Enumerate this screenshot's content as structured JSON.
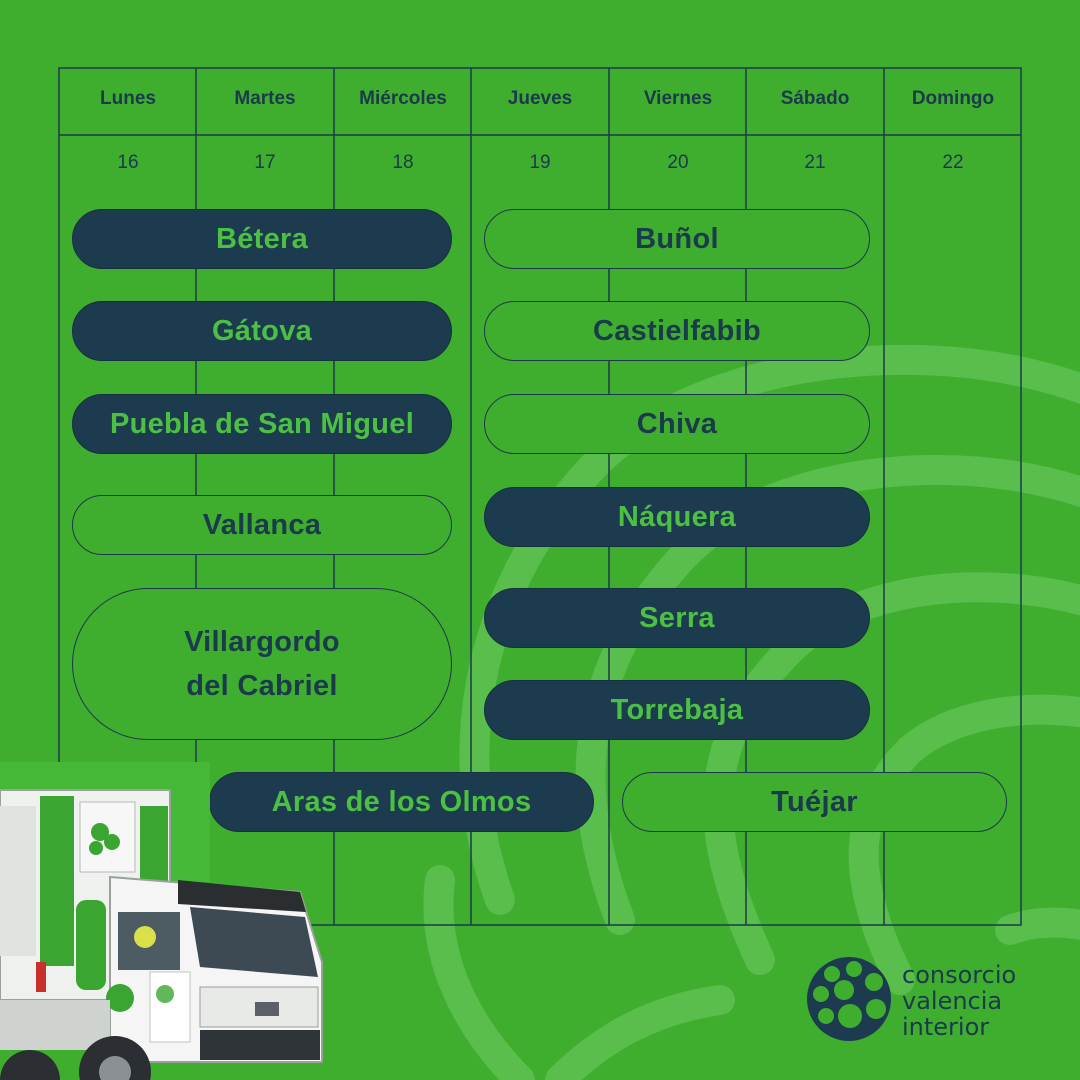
{
  "days": [
    {
      "name": "Lunes",
      "number": "16"
    },
    {
      "name": "Martes",
      "number": "17"
    },
    {
      "name": "Miércoles",
      "number": "18"
    },
    {
      "name": "Jueves",
      "number": "19"
    },
    {
      "name": "Viernes",
      "number": "20"
    },
    {
      "name": "Sábado",
      "number": "21"
    },
    {
      "name": "Domingo",
      "number": "22"
    }
  ],
  "schedule": [
    {
      "label": "Bétera",
      "style": "dark"
    },
    {
      "label": "Gátova",
      "style": "dark"
    },
    {
      "label": "Puebla de San Miguel",
      "style": "dark"
    },
    {
      "label": "Vallanca",
      "style": "light"
    },
    {
      "label": "Villargordo\ndel Cabriel",
      "style": "light"
    },
    {
      "label": "Buñol",
      "style": "light"
    },
    {
      "label": "Castielfabib",
      "style": "light"
    },
    {
      "label": "Chiva",
      "style": "light"
    },
    {
      "label": "Náquera",
      "style": "dark"
    },
    {
      "label": "Serra",
      "style": "dark"
    },
    {
      "label": "Torrebaja",
      "style": "dark"
    },
    {
      "label": "Aras de los Olmos",
      "style": "dark"
    },
    {
      "label": "Tuéjar",
      "style": "light"
    }
  ],
  "logo": {
    "line1": "consorcio",
    "line2": "valencia",
    "line3": "interior"
  },
  "colors": {
    "background": "#3fae2f",
    "dark_pill": "#1c3b4f",
    "text_dark": "#1b3a4b",
    "text_green": "#4cc043"
  }
}
